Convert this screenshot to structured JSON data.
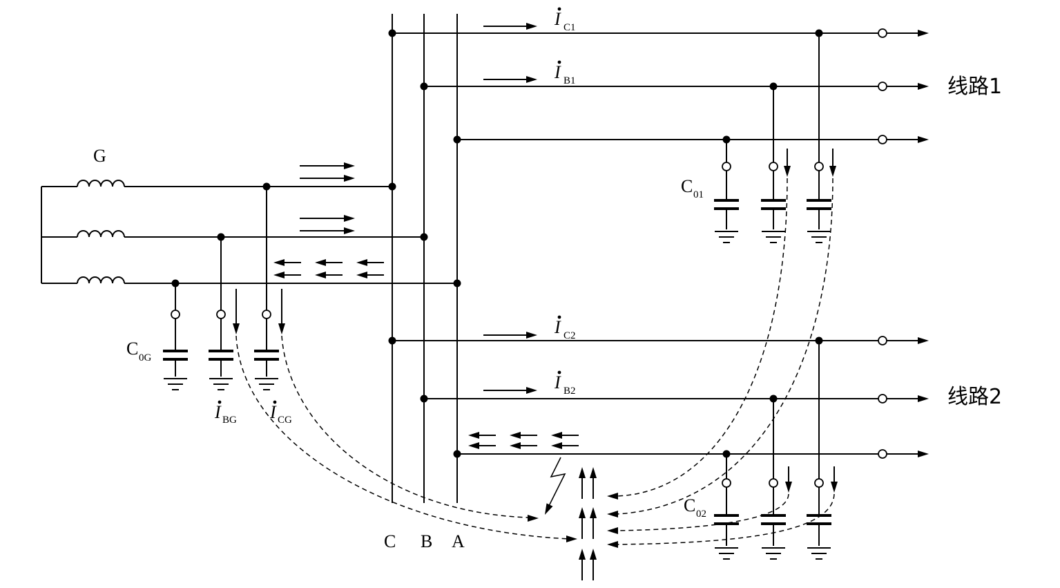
{
  "diagram": {
    "generator_label": "G",
    "bus_labels": {
      "c": "C",
      "b": "B",
      "a": "A"
    },
    "line_labels": {
      "line1": "线路1",
      "line2": "线路2"
    },
    "capacitors": {
      "gen": {
        "main": "C",
        "sub": "0G"
      },
      "line1": {
        "main": "C",
        "sub": "01"
      },
      "line2": {
        "main": "C",
        "sub": "02"
      }
    },
    "currents": {
      "ic1": {
        "main": "I",
        "sub": "C1"
      },
      "ib1": {
        "main": "I",
        "sub": "B1"
      },
      "ic2": {
        "main": "I",
        "sub": "C2"
      },
      "ib2": {
        "main": "I",
        "sub": "B2"
      },
      "ibg": {
        "main": "I",
        "sub": "BG"
      },
      "icg": {
        "main": "I",
        "sub": "CG"
      }
    }
  }
}
